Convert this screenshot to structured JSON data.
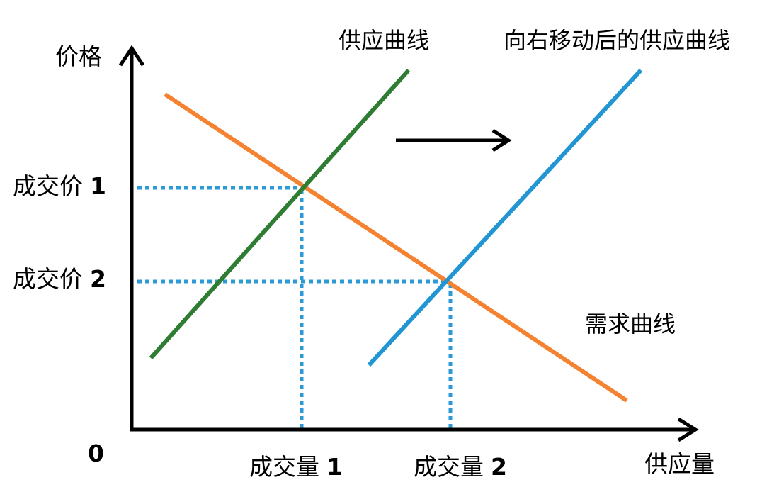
{
  "diagram": {
    "axes": {
      "y_label": "价格",
      "x_label": "供应量",
      "origin_label": "0"
    },
    "curves": {
      "supply": {
        "label": "供应曲线",
        "color": "#2e7d32"
      },
      "supply_shifted": {
        "label": "向右移动后的供应曲线",
        "color": "#2196d3"
      },
      "demand": {
        "label": "需求曲线",
        "color": "#f58231"
      }
    },
    "equilibria": [
      {
        "price_label_text": "成交价",
        "price_label_num": "1",
        "quantity_label_text": "成交量",
        "quantity_label_num": "1"
      },
      {
        "price_label_text": "成交价",
        "price_label_num": "2",
        "quantity_label_text": "成交量",
        "quantity_label_num": "2"
      }
    ],
    "shift_arrow": {
      "direction": "right",
      "color": "#000000"
    },
    "guide_color": "#2b9ad6",
    "axis_color": "#000000"
  }
}
